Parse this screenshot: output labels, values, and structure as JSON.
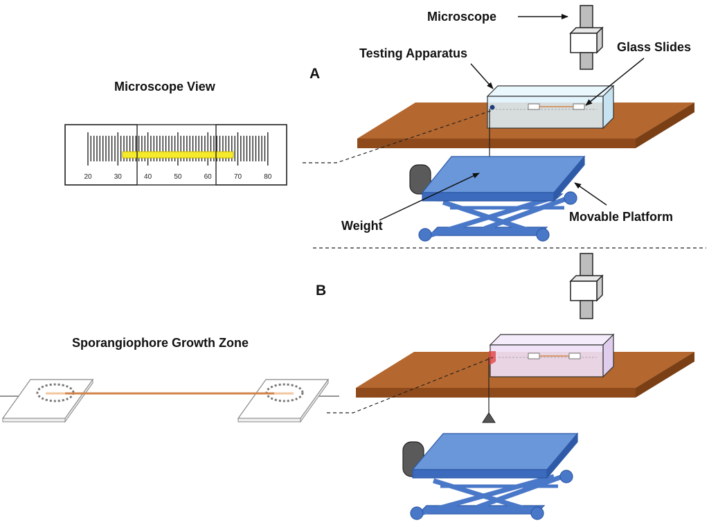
{
  "labels": {
    "microscope": "Microscope",
    "testing_apparatus": "Testing Apparatus",
    "glass_slides": "Glass Slides",
    "microscope_view": "Microscope View",
    "weight": "Weight",
    "movable_platform": "Movable Platform",
    "growth_zone": "Sporangiophore Growth Zone"
  },
  "panels": {
    "a": "A",
    "b": "B"
  },
  "scale_ticks": [
    "20",
    "30",
    "40",
    "50",
    "60",
    "70",
    "80"
  ],
  "colors": {
    "table_top": "#B4672E",
    "table_edge": "#7A3F14",
    "platform_top": "#6A97DA",
    "platform_side": "#3C6ABD",
    "scissor": "#4A78C8",
    "chamber_a": "#DDF1FB",
    "chamber_b": "#EEE0F7",
    "fiber": "#D18348",
    "highlight": "#F5EB2C"
  }
}
